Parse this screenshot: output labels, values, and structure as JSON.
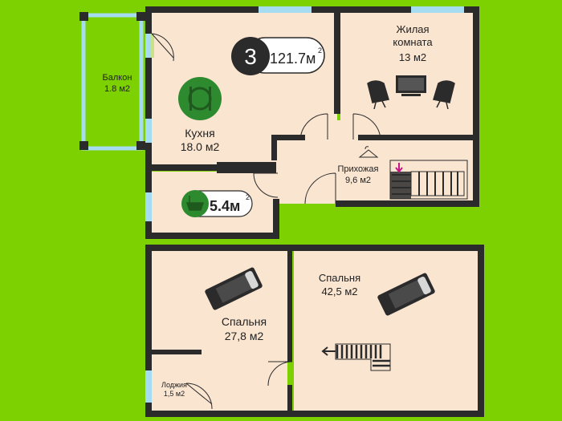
{
  "total": {
    "rooms_count": "3",
    "area": "121.7м",
    "sup": "2"
  },
  "bathroom_badge": {
    "area": "5.4м",
    "sup": "2"
  },
  "rooms": {
    "balcony": {
      "name": "Балкон",
      "area": "1.8 м2"
    },
    "kitchen": {
      "name": "Кухня",
      "area": "18.0 м2"
    },
    "living": {
      "name_line1": "Жилая",
      "name_line2": "комната",
      "area": "13 м2"
    },
    "hallway": {
      "name": "Прихожая",
      "area": "9,6 м2"
    },
    "bedroom_left": {
      "name": "Спальня",
      "area": "27,8 м2"
    },
    "bedroom_right": {
      "name": "Спальня",
      "area": "42,5 м2"
    },
    "loggia": {
      "name": "Лоджия",
      "area": "1,5 м2"
    }
  },
  "colors": {
    "background": "#7dd100",
    "floor": "#fae5d1",
    "wall": "#2b2b2b",
    "window": "#a6dcf2",
    "icon_green": "#2e8a2e"
  }
}
